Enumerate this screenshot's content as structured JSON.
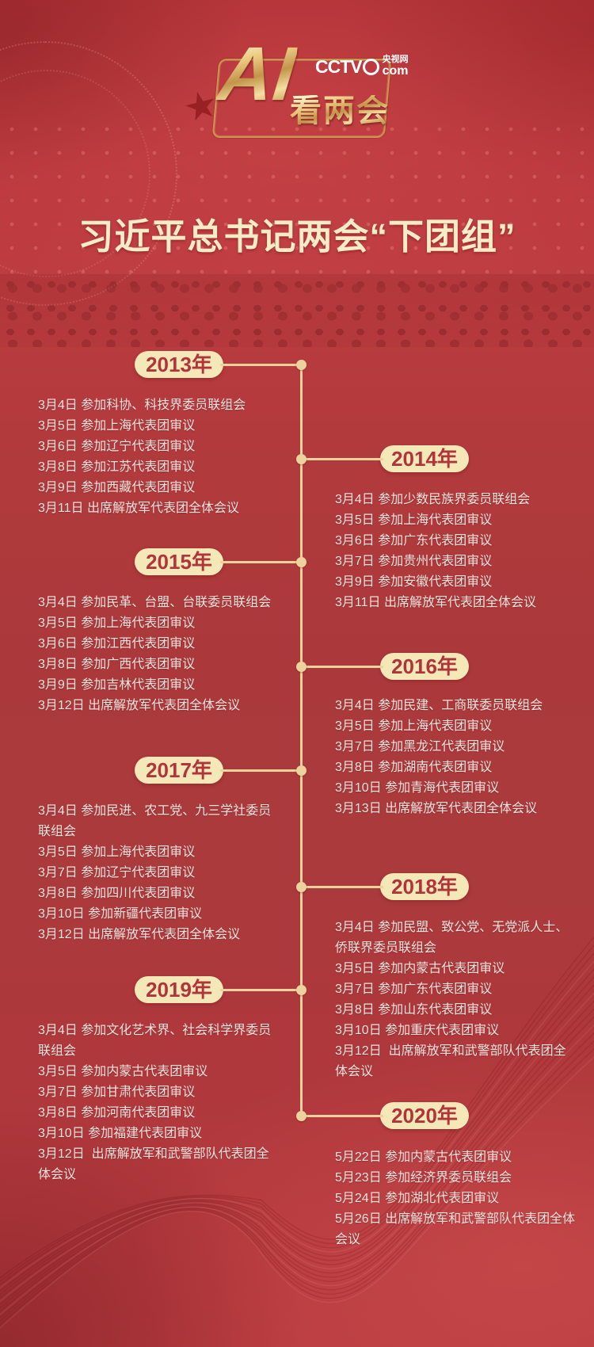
{
  "header": {
    "logo": {
      "ai": "AI",
      "slogan": "看两会",
      "cctv": "CCTV",
      "cctv_site": "央视网",
      "cctv_domain": "com"
    },
    "title": "习近平总书记两会“下团组”"
  },
  "colors": {
    "background_red": "#b23a3d",
    "pill_background": "#f4e8b8",
    "pill_text": "#b1343a",
    "timeline_gold": "#ecd29c",
    "title_text": "#f6ecc5",
    "list_text": "#f3e4df"
  },
  "timeline": [
    {
      "year": "2013年",
      "side": "left",
      "items": [
        "3月4日 参加科协、科技界委员联组会",
        "3月5日 参加上海代表团审议",
        "3月6日 参加辽宁代表团审议",
        "3月8日 参加江苏代表团审议",
        "3月9日 参加西藏代表团审议",
        "3月11日 出席解放军代表团全体会议"
      ]
    },
    {
      "year": "2014年",
      "side": "right",
      "items": [
        "3月4日 参加少数民族界委员联组会",
        "3月5日 参加上海代表团审议",
        "3月6日 参加广东代表团审议",
        "3月7日 参加贵州代表团审议",
        "3月9日 参加安徽代表团审议",
        "3月11日 出席解放军代表团全体会议"
      ]
    },
    {
      "year": "2015年",
      "side": "left",
      "items": [
        "3月4日 参加民革、台盟、台联委员联组会",
        "3月5日 参加上海代表团审议",
        "3月6日 参加江西代表团审议",
        "3月8日 参加广西代表团审议",
        "3月9日 参加吉林代表团审议",
        "3月12日 出席解放军代表团全体会议"
      ]
    },
    {
      "year": "2016年",
      "side": "right",
      "items": [
        "3月4日 参加民建、工商联委员联组会",
        "3月5日 参加上海代表团审议",
        "3月7日 参加黑龙江代表团审议",
        "3月8日 参加湖南代表团审议",
        "3月10日 参加青海代表团审议",
        "3月13日 出席解放军代表团全体会议"
      ]
    },
    {
      "year": "2017年",
      "side": "left",
      "items": [
        "3月4日 参加民进、农工党、九三学社委员联组会",
        "3月5日 参加上海代表团审议",
        "3月7日 参加辽宁代表团审议",
        "3月8日 参加四川代表团审议",
        "3月10日 参加新疆代表团审议",
        "3月12日 出席解放军代表团全体会议"
      ]
    },
    {
      "year": "2018年",
      "side": "right",
      "items": [
        "3月4日 参加民盟、致公党、无党派人士、侨联界委员联组会",
        "3月5日 参加内蒙古代表团审议",
        "3月7日 参加广东代表团审议",
        "3月8日 参加山东代表团审议",
        "3月10日 参加重庆代表团审议",
        "3月12日  出席解放军和武警部队代表团全体会议"
      ]
    },
    {
      "year": "2019年",
      "side": "left",
      "items": [
        "3月4日 参加文化艺术界、社会科学界委员联组会",
        "3月5日 参加内蒙古代表团审议",
        "3月7日 参加甘肃代表团审议",
        "3月8日 参加河南代表团审议",
        "3月10日 参加福建代表团审议",
        "3月12日  出席解放军和武警部队代表团全体会议"
      ]
    },
    {
      "year": "2020年",
      "side": "right",
      "items": [
        "5月22日 参加内蒙古代表团审议",
        "5月23日 参加经济界委员联组会",
        "5月24日 参加湖北代表团审议",
        "5月26日 出席解放军和武警部队代表团全体会议"
      ]
    }
  ]
}
